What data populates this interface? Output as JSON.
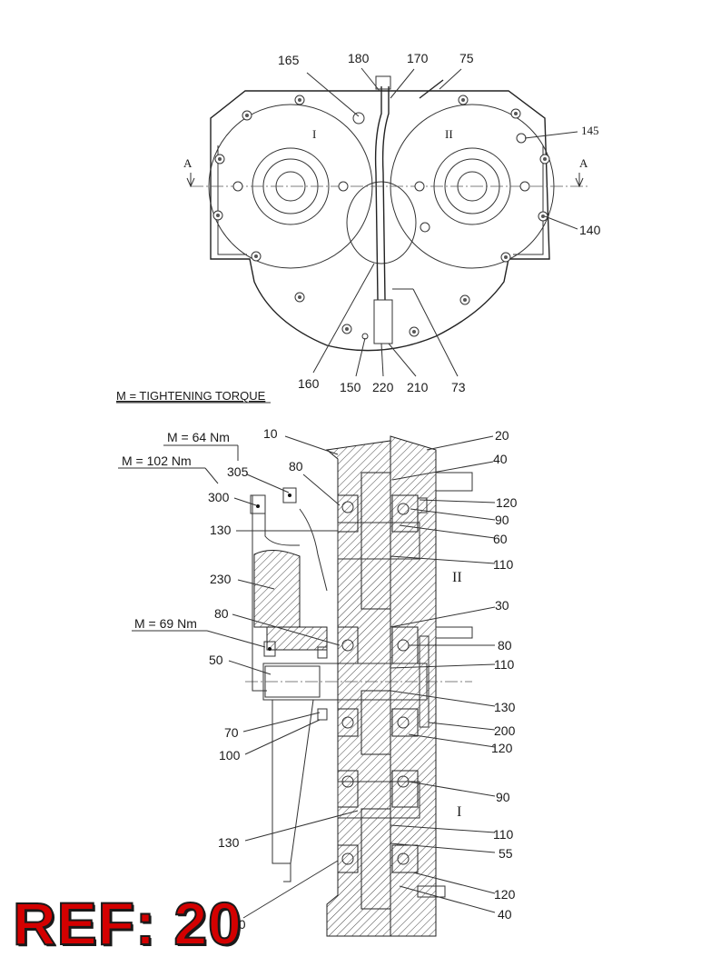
{
  "top_view": {
    "section_marks": [
      "A",
      "A"
    ],
    "shaft_marks": [
      "I",
      "II"
    ],
    "callouts": [
      "165",
      "180",
      "170",
      "75",
      "145",
      "140",
      "160",
      "150",
      "220",
      "210",
      "73"
    ]
  },
  "note": "M = TIGHTENING TORQUE",
  "section_view": {
    "torques": [
      "M = 64 Nm",
      "M = 102 Nm",
      "M = 69 Nm"
    ],
    "shaft_marks": [
      "II",
      "I"
    ],
    "callouts_left": [
      "10",
      "305",
      "80",
      "300",
      "130",
      "230",
      "80",
      "50",
      "70",
      "100",
      "130",
      "80"
    ],
    "callouts_right": [
      "20",
      "40",
      "120",
      "90",
      "60",
      "110",
      "30",
      "80",
      "110",
      "130",
      "200",
      "120",
      "90",
      "110",
      "55",
      "120",
      "40"
    ]
  },
  "reference_badge": "REF: 20",
  "colors": {
    "line": "#333333",
    "badge_fill": "#d40000",
    "badge_outline": "#1a1a1a"
  }
}
